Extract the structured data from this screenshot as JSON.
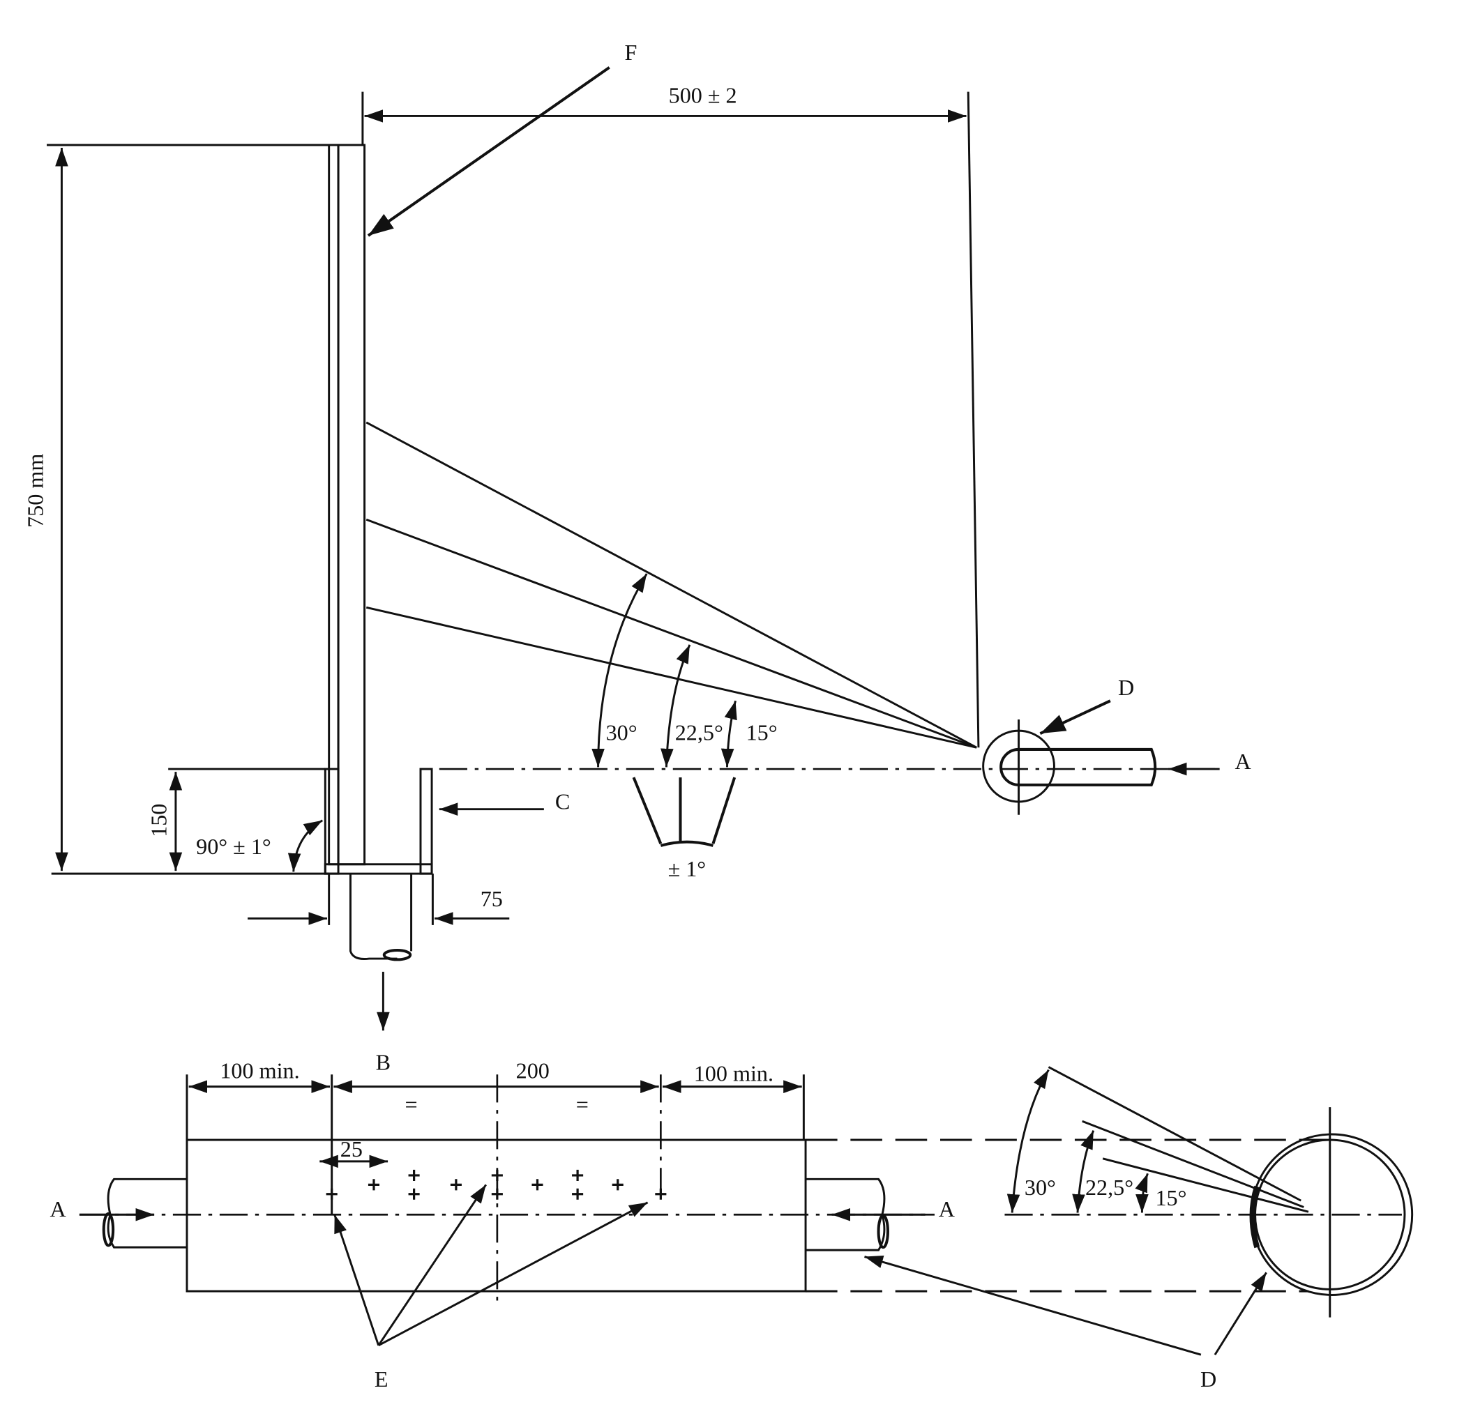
{
  "title": "Technical drawing of test apparatus (spray nozzle and sample holder)",
  "labels": {
    "F": "F",
    "D_top": "D",
    "A_top": "A",
    "C": "C",
    "B": "B",
    "E": "E",
    "D_bottom": "D",
    "A_left": "A",
    "A_right": "A"
  },
  "dimensions": {
    "width_500": "500 ± 2",
    "height_750": "750 mm",
    "height_150": "150",
    "angle_90": "90° ± 1°",
    "width_75": "75",
    "tol_1": "± 1°",
    "left_100": "100 min.",
    "middle_200": "200",
    "right_100": "100 min.",
    "eq_left": "=",
    "eq_right": "=",
    "spacing_25": "25"
  },
  "angles_top": {
    "a30": "30°",
    "a225": "22,5°",
    "a15": "15°"
  },
  "angles_side": {
    "a30": "30°",
    "a225": "22,5°",
    "a15": "15°"
  }
}
